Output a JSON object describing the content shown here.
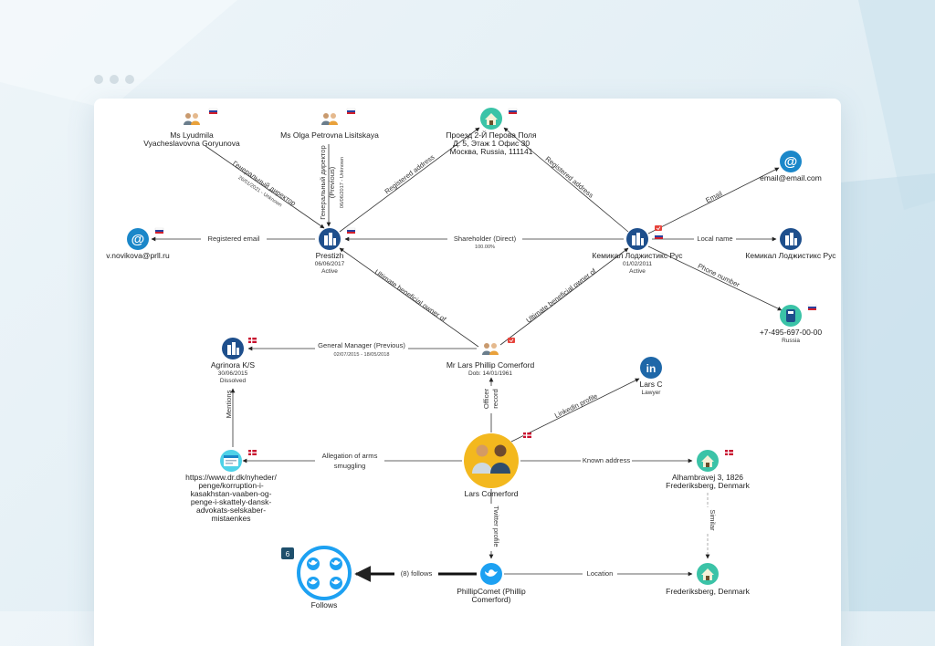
{
  "colors": {
    "accent": "#1a4c80",
    "teal": "#3bc3a7",
    "twitter": "#1da1f2",
    "email": "#1b87c9",
    "company": "#1e4f8c",
    "person": "#f3b81e"
  },
  "nodes": {
    "goryunova": {
      "name1": "Ms Lyudmila",
      "name2": "Vyacheslavovna Goryunova",
      "icon": "person-icon"
    },
    "lisitskaya": {
      "name1": "Ms Olga Petrovna Lisitskaya",
      "icon": "person-icon"
    },
    "address_moscow": {
      "line1": "Проезд 2-Й Перова Поля",
      "line2": "Д. 5, Этаж 1 Офис 30",
      "line3": "Москва, Russia, 111141",
      "icon": "house-icon"
    },
    "email_com": {
      "name1": "email@email.com",
      "icon": "at-icon"
    },
    "novikova": {
      "name1": "v.novikova@prll.ru",
      "icon": "at-icon"
    },
    "prestizh": {
      "name1": "Prestizh",
      "date": "06/06/2017",
      "status": "Active",
      "icon": "building-icon"
    },
    "kemikal": {
      "name1": "Кемикал Лоджистикс Рус",
      "date": "01/02/2011",
      "status": "Active",
      "icon": "building-icon"
    },
    "kemikal_local": {
      "name1": "Кемикал Лоджистикс Рус",
      "icon": "building-icon"
    },
    "phone": {
      "name1": "+7-495-697-00-00",
      "country": "Russia",
      "icon": "phone-icon"
    },
    "agrinora": {
      "name1": "Agrinora K/S",
      "date": "30/06/2015",
      "status": "Dissolved",
      "icon": "building-icon"
    },
    "comerford_officer": {
      "name1": "Mr Lars Phillip Comerford",
      "dob": "Dob: 14/01/1961",
      "icon": "person-icon"
    },
    "linkedin": {
      "name1": "Lars C",
      "role": "Lawyer",
      "icon": "linkedin-icon",
      "glyph": "in"
    },
    "article": {
      "line1": "https://www.dr.dk/nyheder/",
      "line2": "penge/korruption-i-",
      "line3": "kasakhstan-vaaben-og-",
      "line4": "penge-i-skattely-dansk-",
      "line5": "advokats-selskaber-",
      "line6": "mistaenkes",
      "icon": "webpage-icon"
    },
    "lars": {
      "name1": "Lars Comerford",
      "icon": "person-icon"
    },
    "alhambra": {
      "line1": "Alhambravej 3, 1826",
      "line2": "Frederiksberg, Denmark",
      "icon": "house-icon"
    },
    "follows": {
      "name1": "Follows",
      "badge": "6",
      "icon": "twitter-icon"
    },
    "twitter": {
      "line1": "PhillipComet (Phillip",
      "line2": "Comerford)",
      "icon": "twitter-icon"
    },
    "frederiksberg": {
      "name1": "Frederiksberg, Denmark",
      "icon": "house-icon"
    }
  },
  "edges": {
    "gen_dir": {
      "label": "Генеральный директор",
      "sub": "26/01/2021 - Unknown"
    },
    "gen_dir_prev": {
      "l1": "Генеральный директор",
      "l2": "(Previous)",
      "sub": "06/06/2017 - Unknown"
    },
    "reg_addr_1": {
      "label": "Registered address"
    },
    "reg_addr_2": {
      "label": "Registered address"
    },
    "email": {
      "label": "Email"
    },
    "reg_email": {
      "label": "Registered email"
    },
    "shareholder": {
      "label": "Shareholder (Direct)",
      "sub": "100.00%"
    },
    "local_name": {
      "label": "Local name"
    },
    "phone_number": {
      "label": "Phone number"
    },
    "ubo_1": {
      "label": "Ultimate beneficial owner of"
    },
    "ubo_2": {
      "label": "Ultimate beneficial owner of"
    },
    "gm_prev": {
      "label": "General Manager (Previous)",
      "sub": "02/07/2015 - 18/05/2018"
    },
    "mentions": {
      "label": "Mentions"
    },
    "officer_record": {
      "l1": "Officer",
      "l2": "record"
    },
    "linkedin_profile": {
      "label": "Linkedin profile"
    },
    "allegation": {
      "l1": "Allegation of arms",
      "l2": "smuggling"
    },
    "known_address": {
      "label": "Known address"
    },
    "similar": {
      "label": "Similar"
    },
    "twitter_profile": {
      "label": "Twitter profile"
    },
    "follows_edge": {
      "label": "(8) follows"
    },
    "location": {
      "label": "Location"
    }
  }
}
